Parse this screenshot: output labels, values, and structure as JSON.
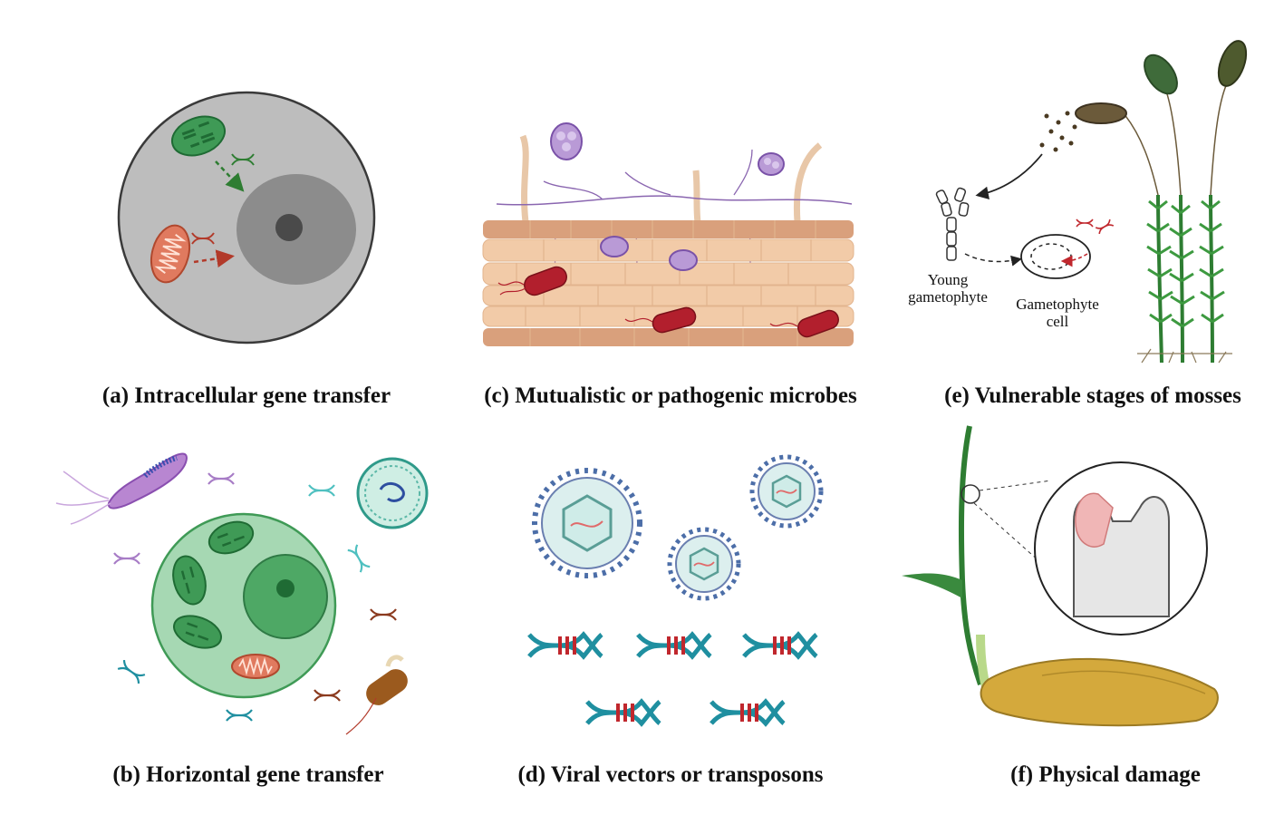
{
  "panels": {
    "a": {
      "caption": "(a) Intracellular gene transfer"
    },
    "b": {
      "caption": "(b) Horizontal gene transfer"
    },
    "c": {
      "caption": "(c) Mutualistic or pathogenic microbes"
    },
    "d": {
      "caption": "(d) Viral vectors or transposons"
    },
    "e": {
      "caption": "(e) Vulnerable stages of mosses",
      "label_young_line1": "Young",
      "label_young_line2": "gametophyte",
      "label_cell_line1": "Gametophyte",
      "label_cell_line2": "cell"
    },
    "f": {
      "caption": "(f) Physical damage"
    }
  },
  "colors": {
    "chloroplast": "#3f9a56",
    "mitochondrion": "#e07a5f",
    "nucleus": "#707070",
    "cell_gray": "#bdbdbd",
    "plant_cell_green": "#9fd3ad",
    "tissue": "#f2cba8",
    "tissue_dark": "#d9a07c",
    "hyphae": "#8a66b0",
    "pathogen": "#b21f2d",
    "virus_blue": "#4c6ea8",
    "dna_teal": "#1f8fa0",
    "dna_red": "#c0272d",
    "moss_green": "#2e7d32",
    "seed": "#d4a93c"
  }
}
